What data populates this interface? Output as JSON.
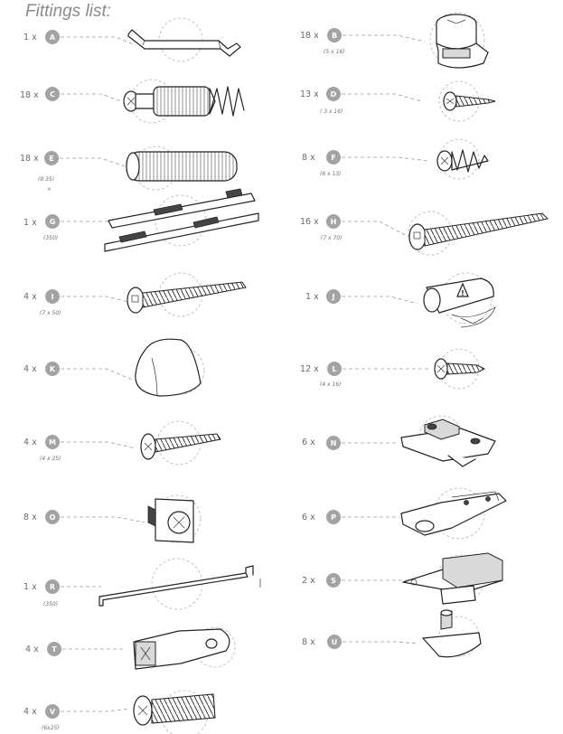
{
  "title": "Fittings list:",
  "items": [
    {
      "letter": "A",
      "qty": "1 x",
      "size": "",
      "icon": "allen-key-icon"
    },
    {
      "letter": "B",
      "qty": "18 x",
      "size": "(5 x 16)",
      "icon": "cam-lock-icon"
    },
    {
      "letter": "C",
      "qty": "18 x",
      "size": "",
      "icon": "cam-bolt-dowel-icon"
    },
    {
      "letter": "D",
      "qty": "13 x",
      "size": "( 3 x 16)",
      "icon": "wood-screw-icon"
    },
    {
      "letter": "E",
      "qty": "18 x",
      "size": "(8   35)",
      "icon": "wooden-dowel-icon"
    },
    {
      "letter": "F",
      "qty": "8 x",
      "size": "(6 x 13)",
      "icon": "euro-screw-icon"
    },
    {
      "letter": "G",
      "qty": "1 x",
      "size": "(350)",
      "icon": "drawer-runner-icon"
    },
    {
      "letter": "H",
      "qty": "16 x",
      "size": "(7 x 70)",
      "icon": "confirmat-screw-icon"
    },
    {
      "letter": "I",
      "qty": "4 x",
      "size": "(7 x 50)",
      "icon": "confirmat-screw-short-icon"
    },
    {
      "letter": "J",
      "qty": "1 x",
      "size": "",
      "icon": "warning-tube-icon"
    },
    {
      "letter": "K",
      "qty": "4 x",
      "size": "",
      "icon": "furniture-foot-icon"
    },
    {
      "letter": "L",
      "qty": "12 x",
      "size": "(4 x 16)",
      "icon": "countersunk-screw-icon"
    },
    {
      "letter": "M",
      "qty": "4 x",
      "size": "(4 x 25)",
      "icon": "pan-head-screw-icon"
    },
    {
      "letter": "N",
      "qty": "6 x",
      "size": "",
      "icon": "hinge-mounting-plate-icon"
    },
    {
      "letter": "O",
      "qty": "8 x",
      "size": "",
      "icon": "corner-bracket-icon"
    },
    {
      "letter": "P",
      "qty": "6 x",
      "size": "",
      "icon": "cabinet-hinge-icon"
    },
    {
      "letter": "R",
      "qty": "1 x",
      "size": "(350)",
      "icon": "hanging-rail-icon"
    },
    {
      "letter": "S",
      "qty": "2 x",
      "size": "",
      "icon": "drawer-bracket-icon"
    },
    {
      "letter": "T",
      "qty": "4 x",
      "size": "",
      "icon": "rail-support-icon"
    },
    {
      "letter": "U",
      "qty": "8 x",
      "size": "",
      "icon": "shelf-support-icon"
    },
    {
      "letter": "V",
      "qty": "4 x",
      "size": "(6x25)",
      "icon": "machine-screw-icon"
    }
  ]
}
